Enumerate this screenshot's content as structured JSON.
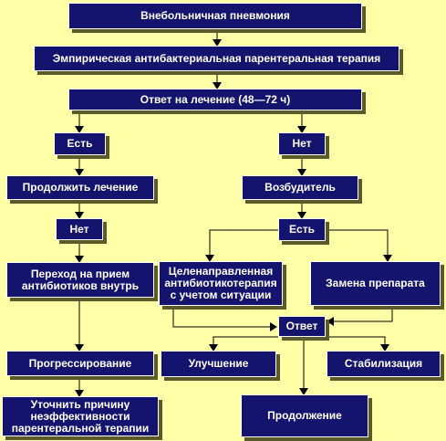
{
  "colors": {
    "background": "#ffffa8",
    "node_fill": "#14146e",
    "node_text": "#ffffff",
    "edge": "#000000"
  },
  "nodes": {
    "cap": "Внебольничная пневмония",
    "empirical": "Эмпирическая антибактериальная  парентеральная терапия",
    "response": "Ответ на лечение (48—72 ч)",
    "yes1": "Есть",
    "no1": "Нет",
    "continue": "Продолжить лечение",
    "pathogen": "Возбудитель",
    "no2": "Нет",
    "yes2": "Есть",
    "oral": "Переход на прием\nантибиотиков внутрь",
    "targeted": "Целенаправленная\nантибиотикотерапия\nс учетом ситуации",
    "replace": "Замена препарата",
    "answer": "Ответ",
    "progression": "Прогрессирование",
    "improvement": "Улучшение",
    "stabilization": "Стабилизация",
    "clarify": "Уточнить причину\nнеэффективности\nпарентеральной терапии",
    "continuation": "Продолжение"
  }
}
